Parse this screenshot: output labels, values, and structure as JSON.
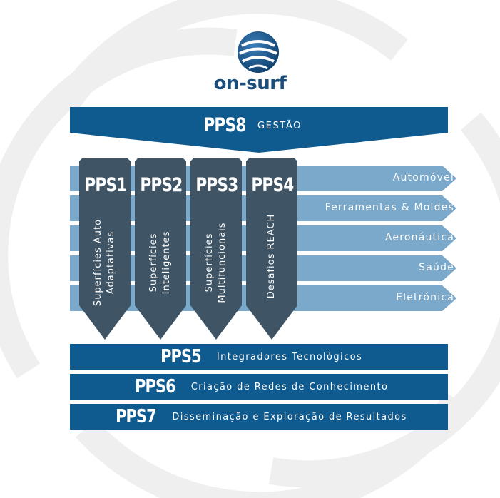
{
  "logo": {
    "text": "on-surf",
    "icon": "globe-icon",
    "brand_color": "#1a4d7a"
  },
  "colors": {
    "dark_blue": "#0f5a8f",
    "slate": "#3f5566",
    "light_blue": "#7aa9cc",
    "swirl": "#efefef"
  },
  "pps8": {
    "code": "PPS8",
    "label": "GESTÃO"
  },
  "columns": [
    {
      "code": "PPS1",
      "subtitle": "Superfícies Auto\nAdaptativas"
    },
    {
      "code": "PPS2",
      "subtitle": "Superfícies\nInteligentes"
    },
    {
      "code": "PPS3",
      "subtitle": "Superfícies\nMultifuncionais"
    },
    {
      "code": "PPS4",
      "subtitle": "Desafios REACH"
    }
  ],
  "sectors": [
    "Automóvel",
    "Ferramentas & Moldes",
    "Aeronáutica",
    "Saúde",
    "Eletrónica"
  ],
  "bottom_bars": [
    {
      "code": "PPS5",
      "label": "Integradores Tecnológicos"
    },
    {
      "code": "PPS6",
      "label": "Criação de Redes de Conhecimento"
    },
    {
      "code": "PPS7",
      "label": "Disseminação e Exploração de Resultados"
    }
  ]
}
